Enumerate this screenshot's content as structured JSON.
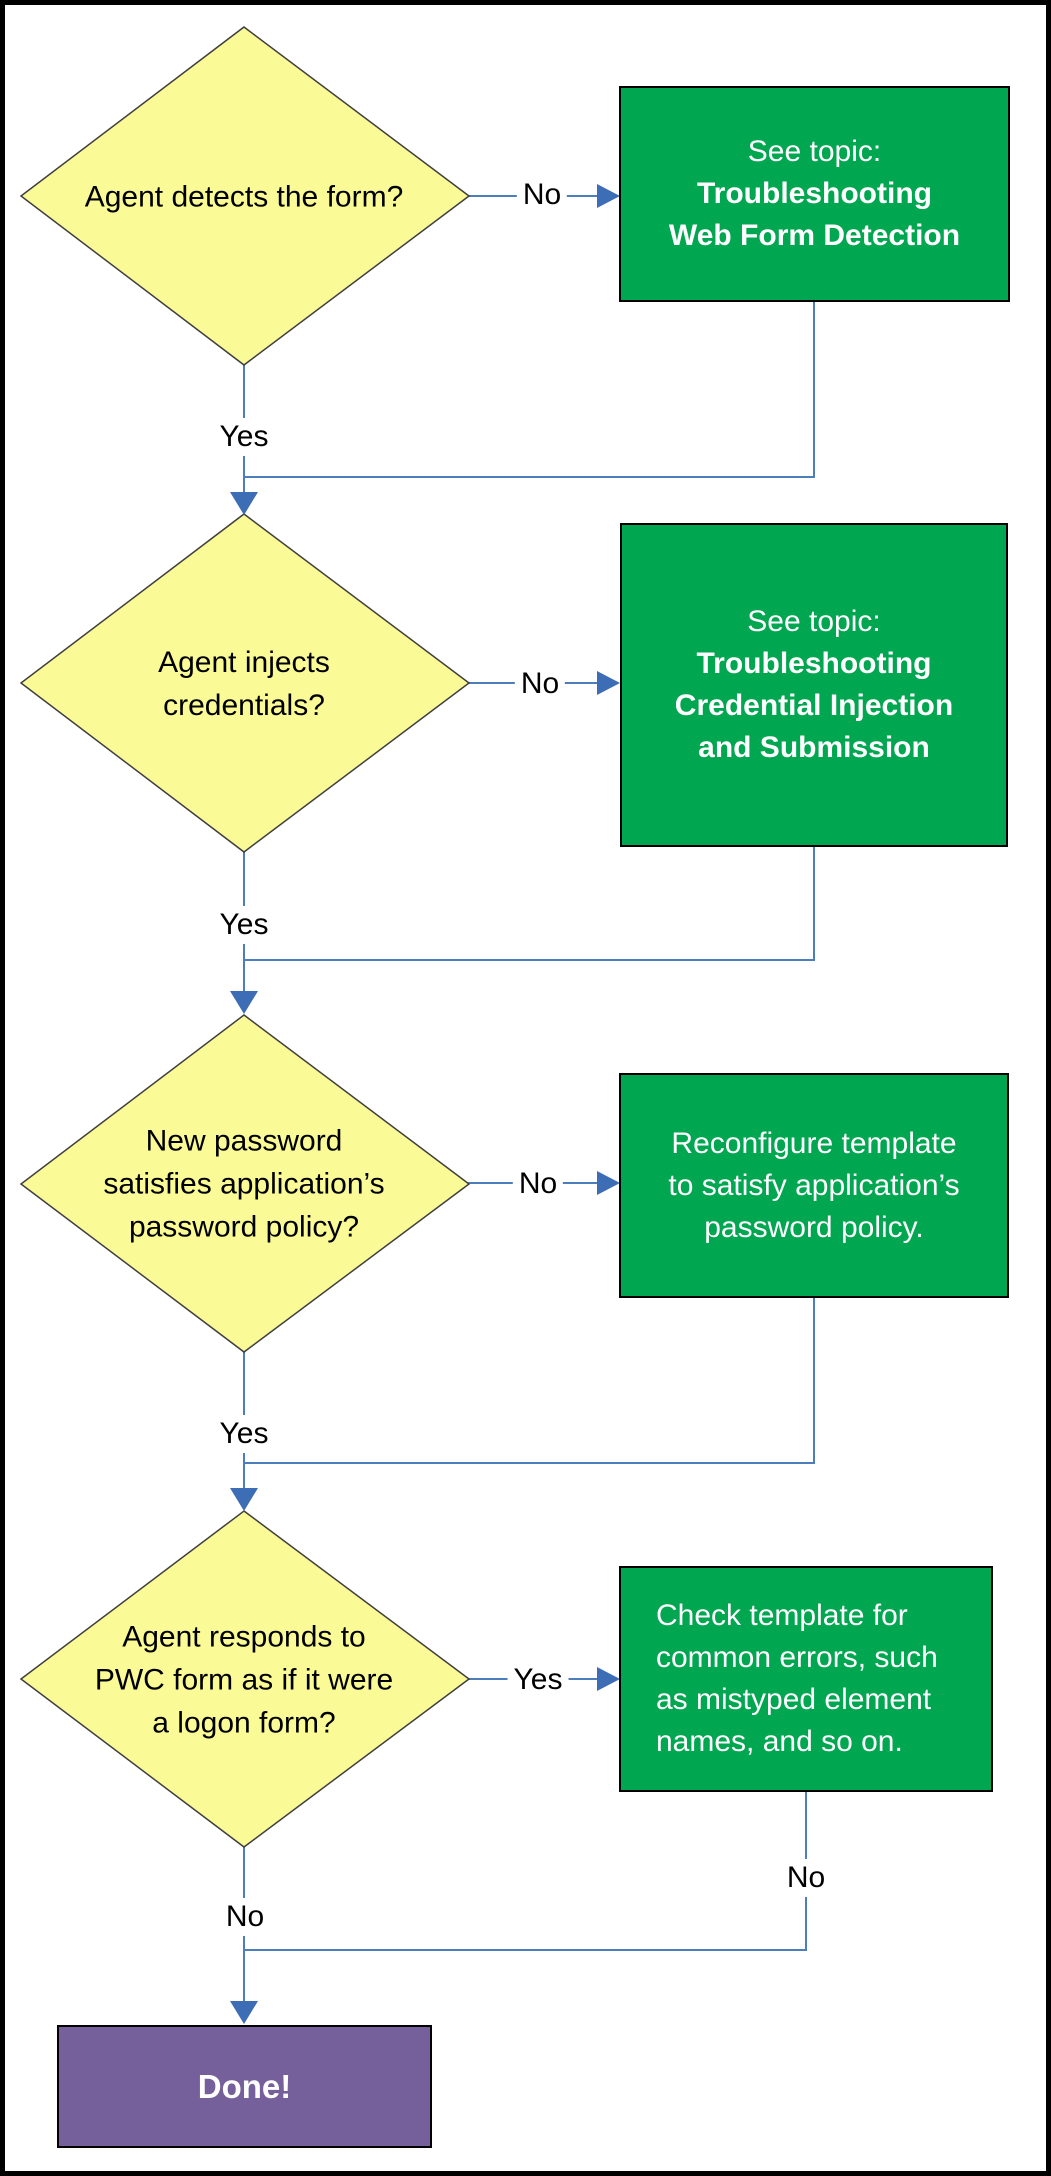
{
  "colors": {
    "decision_fill": "#FAFA96",
    "decision_border": "#3F3F3F",
    "action_fill": "#00A650",
    "action_border": "#000000",
    "terminal_fill": "#75609B",
    "box_text": "#FFFFFF",
    "connector": "#4D7EBC",
    "arrowhead": "#3C6DB5",
    "label_text": "#000000"
  },
  "decisions": [
    {
      "lines": [
        "Agent detects the form?"
      ]
    },
    {
      "lines": [
        "Agent injects",
        "credentials?"
      ]
    },
    {
      "lines": [
        "New password",
        "satisfies application’s",
        "password policy?"
      ]
    },
    {
      "lines": [
        "Agent responds to",
        "PWC form as if it were",
        "a logon form?"
      ]
    }
  ],
  "actions": [
    {
      "lines": [
        "See topic:",
        "Troubleshooting",
        "Web Form Detection"
      ]
    },
    {
      "lines": [
        "See topic:",
        "Troubleshooting",
        "Credential Injection",
        "and Submission"
      ]
    },
    {
      "lines": [
        "Reconfigure template",
        "to satisfy application’s",
        "password policy."
      ]
    },
    {
      "lines": [
        "Check template for",
        "common errors, such",
        "as mistyped element",
        "names, and so on."
      ]
    }
  ],
  "terminal": {
    "label": "Done!"
  },
  "edges": {
    "no1": "No",
    "yes1": "Yes",
    "no2": "No",
    "yes2": "Yes",
    "no3": "No",
    "yes3": "Yes",
    "yes4": "Yes",
    "no4_left": "No",
    "no4_right": "No"
  }
}
